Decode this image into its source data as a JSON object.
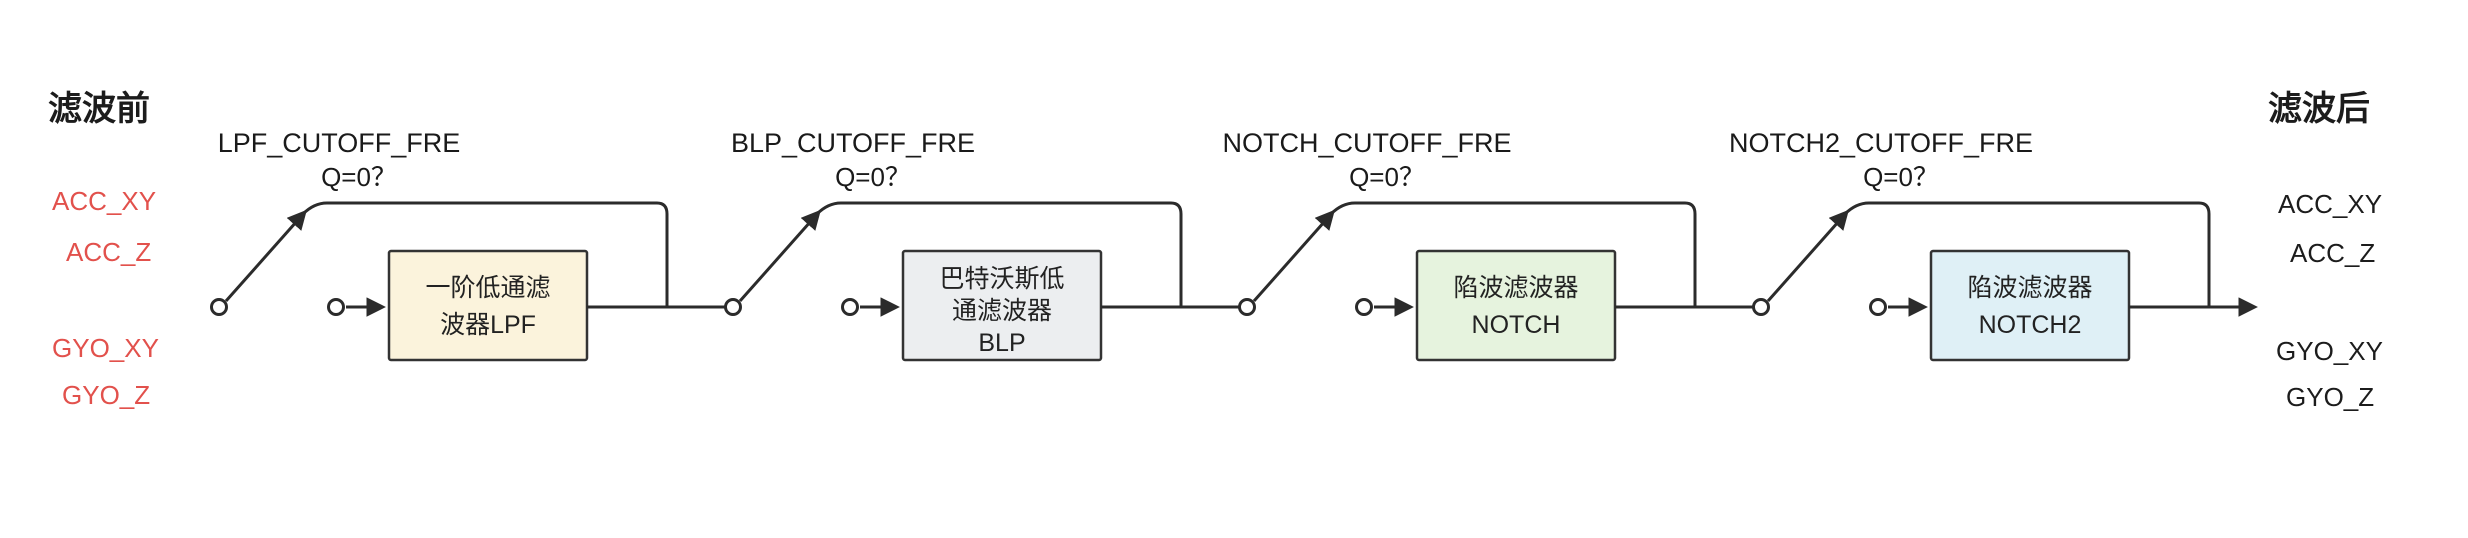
{
  "diagram": {
    "title_left": "滤波前",
    "title_right": "滤波后",
    "input_labels": [
      "ACC_XY",
      "ACC_Z",
      "GYO_XY",
      "GYO_Z"
    ],
    "output_labels": [
      "ACC_XY",
      "ACC_Z",
      "GYO_XY",
      "GYO_Z"
    ],
    "stages": [
      {
        "cutoff_label": "LPF_CUTOFF_FRE",
        "q_label": "Q=0？",
        "box_lines": [
          "一阶低通滤",
          "波器LPF"
        ],
        "box_color": "#fbf3dc"
      },
      {
        "cutoff_label": "BLP_CUTOFF_FRE",
        "q_label": "Q=0？",
        "box_lines": [
          "巴特沃斯低",
          "通滤波器",
          "BLP"
        ],
        "box_color": "#eceef0"
      },
      {
        "cutoff_label": "NOTCH_CUTOFF_FRE",
        "q_label": "Q=0？",
        "box_lines": [
          "陷波滤波器",
          "NOTCH"
        ],
        "box_color": "#e6f3de"
      },
      {
        "cutoff_label": "NOTCH2_CUTOFF_FRE",
        "q_label": "Q=0？",
        "box_lines": [
          "陷波滤波器",
          "NOTCH2"
        ],
        "box_color": "#dff0f6"
      }
    ],
    "colors": {
      "line": "#2b2b2b",
      "input_label_red": "#e2514c",
      "text": "#1a1a1a",
      "background": "#ffffff",
      "box1_fill": "#fbf3dc",
      "box2_fill": "#eceef0",
      "box3_fill": "#e6f3de",
      "box4_fill": "#dff0f6"
    }
  }
}
